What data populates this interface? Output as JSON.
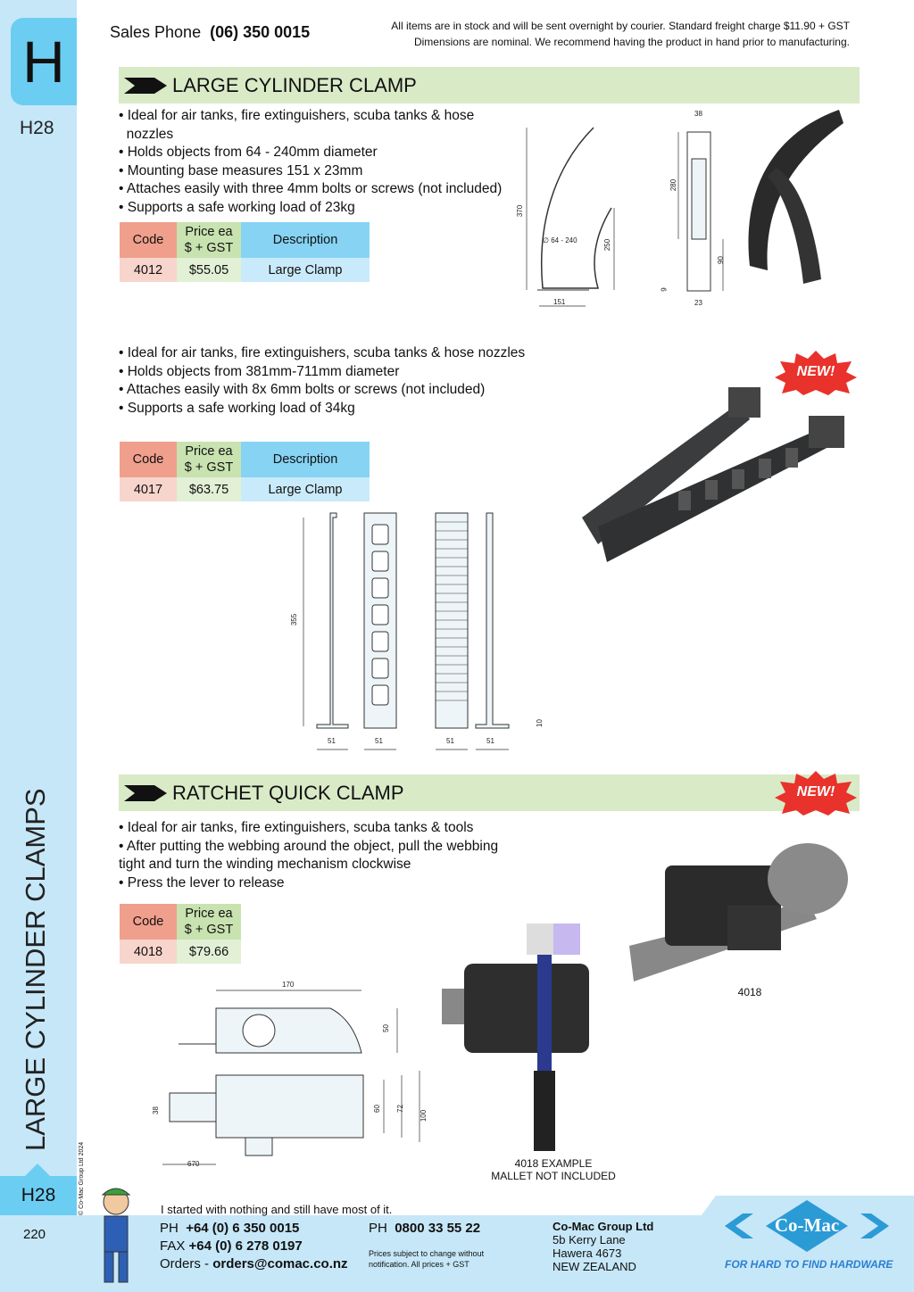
{
  "sidebar": {
    "tab_letter": "H",
    "tab_code": "H28",
    "vertical_title": "LARGE CYLINDER CLAMPS",
    "bottom_tab_code": "H28",
    "page_number": "220",
    "copyright": "© Co-Mac Group Ltd 2024"
  },
  "header": {
    "sales_label": "Sales Phone",
    "sales_phone": "(06) 350 0015",
    "notice_line1": "All items are in stock and will be sent overnight by courier. Standard freight charge $11.90 + GST",
    "notice_line2": "Dimensions are nominal. We recommend having the product in hand prior to manufacturing."
  },
  "colors": {
    "sidebar": "#c6e7f8",
    "tab": "#6ccdf3",
    "section_bar": "#d9eac7",
    "code_header": "#ef9f8c",
    "price_header": "#c8e2b0",
    "desc_header": "#86d3f3",
    "new_badge": "#e8322b"
  },
  "sections": [
    {
      "title": "LARGE CYLINDER CLAMP",
      "product1": {
        "bullets": [
          "• Ideal for air tanks, fire extinguishers, scuba tanks & hose",
          "  nozzles",
          "• Holds objects from 64 - 240mm diameter",
          "• Mounting base measures 151 x 23mm",
          "• Attaches easily with three 4mm bolts or screws (not included)",
          "• Supports a safe working load of 23kg"
        ],
        "table": {
          "headers": [
            "Code",
            "Price ea\n$ + GST",
            "Description"
          ],
          "rows": [
            [
              "4012",
              "$55.05",
              "Large Clamp"
            ]
          ]
        },
        "dims": {
          "height": "370",
          "diameter": "∅ 64 - 240",
          "inner": "250",
          "base": "151",
          "width": "38",
          "side": "280",
          "lower": "90",
          "foot": "9",
          "depth": "23"
        }
      },
      "product2": {
        "badge": "NEW!",
        "bullets": [
          "• Ideal for air tanks, fire extinguishers, scuba tanks & hose nozzles",
          "• Holds objects from 381mm-711mm diameter",
          "• Attaches easily with 8x 6mm bolts or screws (not included)",
          "• Supports a safe working load of 34kg"
        ],
        "table": {
          "headers": [
            "Code",
            "Price ea\n$ + GST",
            "Description"
          ],
          "rows": [
            [
              "4017",
              "$63.75",
              "Large Clamp"
            ]
          ]
        },
        "dims": {
          "height": "355",
          "w1": "51",
          "w2": "51",
          "w3": "51",
          "w4": "51",
          "foot": "10"
        }
      }
    },
    {
      "title": "RATCHET QUICK CLAMP",
      "badge": "NEW!",
      "bullets": [
        "• Ideal for air tanks, fire extinguishers, scuba tanks & tools",
        "• After putting the webbing around the object, pull the webbing",
        "tight and turn the winding mechanism clockwise",
        "• Press the lever to release"
      ],
      "table": {
        "headers": [
          "Code",
          "Price ea\n$ + GST"
        ],
        "rows": [
          [
            "4018",
            "$79.66"
          ]
        ]
      },
      "dims": {
        "length": "170",
        "height": "50",
        "strap": "38",
        "h60": "60",
        "h72": "72",
        "h100": "100",
        "strap_len": "670"
      },
      "captions": {
        "example": "4018 EXAMPLE\nMALLET NOT INCLUDED",
        "photo": "4018"
      }
    }
  ],
  "footer": {
    "slogan": "I started with nothing and still have most of it.",
    "ph_label": "PH",
    "ph": "+64 (0) 6 350 0015",
    "fax_label": "FAX",
    "fax": "+64 (0) 6 278 0197",
    "orders_label": "Orders -",
    "orders": "orders@comac.co.nz",
    "ph2_label": "PH",
    "ph2": "0800 33 55 22",
    "disclaimer1": "Prices subject to change without",
    "disclaimer2": "notification. All prices + GST",
    "company": "Co-Mac Group Ltd",
    "addr1": "5b Kerry Lane",
    "addr2": "Hawera 4673",
    "addr3": "NEW ZEALAND",
    "logo": "Co-Mac",
    "tagline": "FOR HARD TO FIND HARDWARE"
  }
}
